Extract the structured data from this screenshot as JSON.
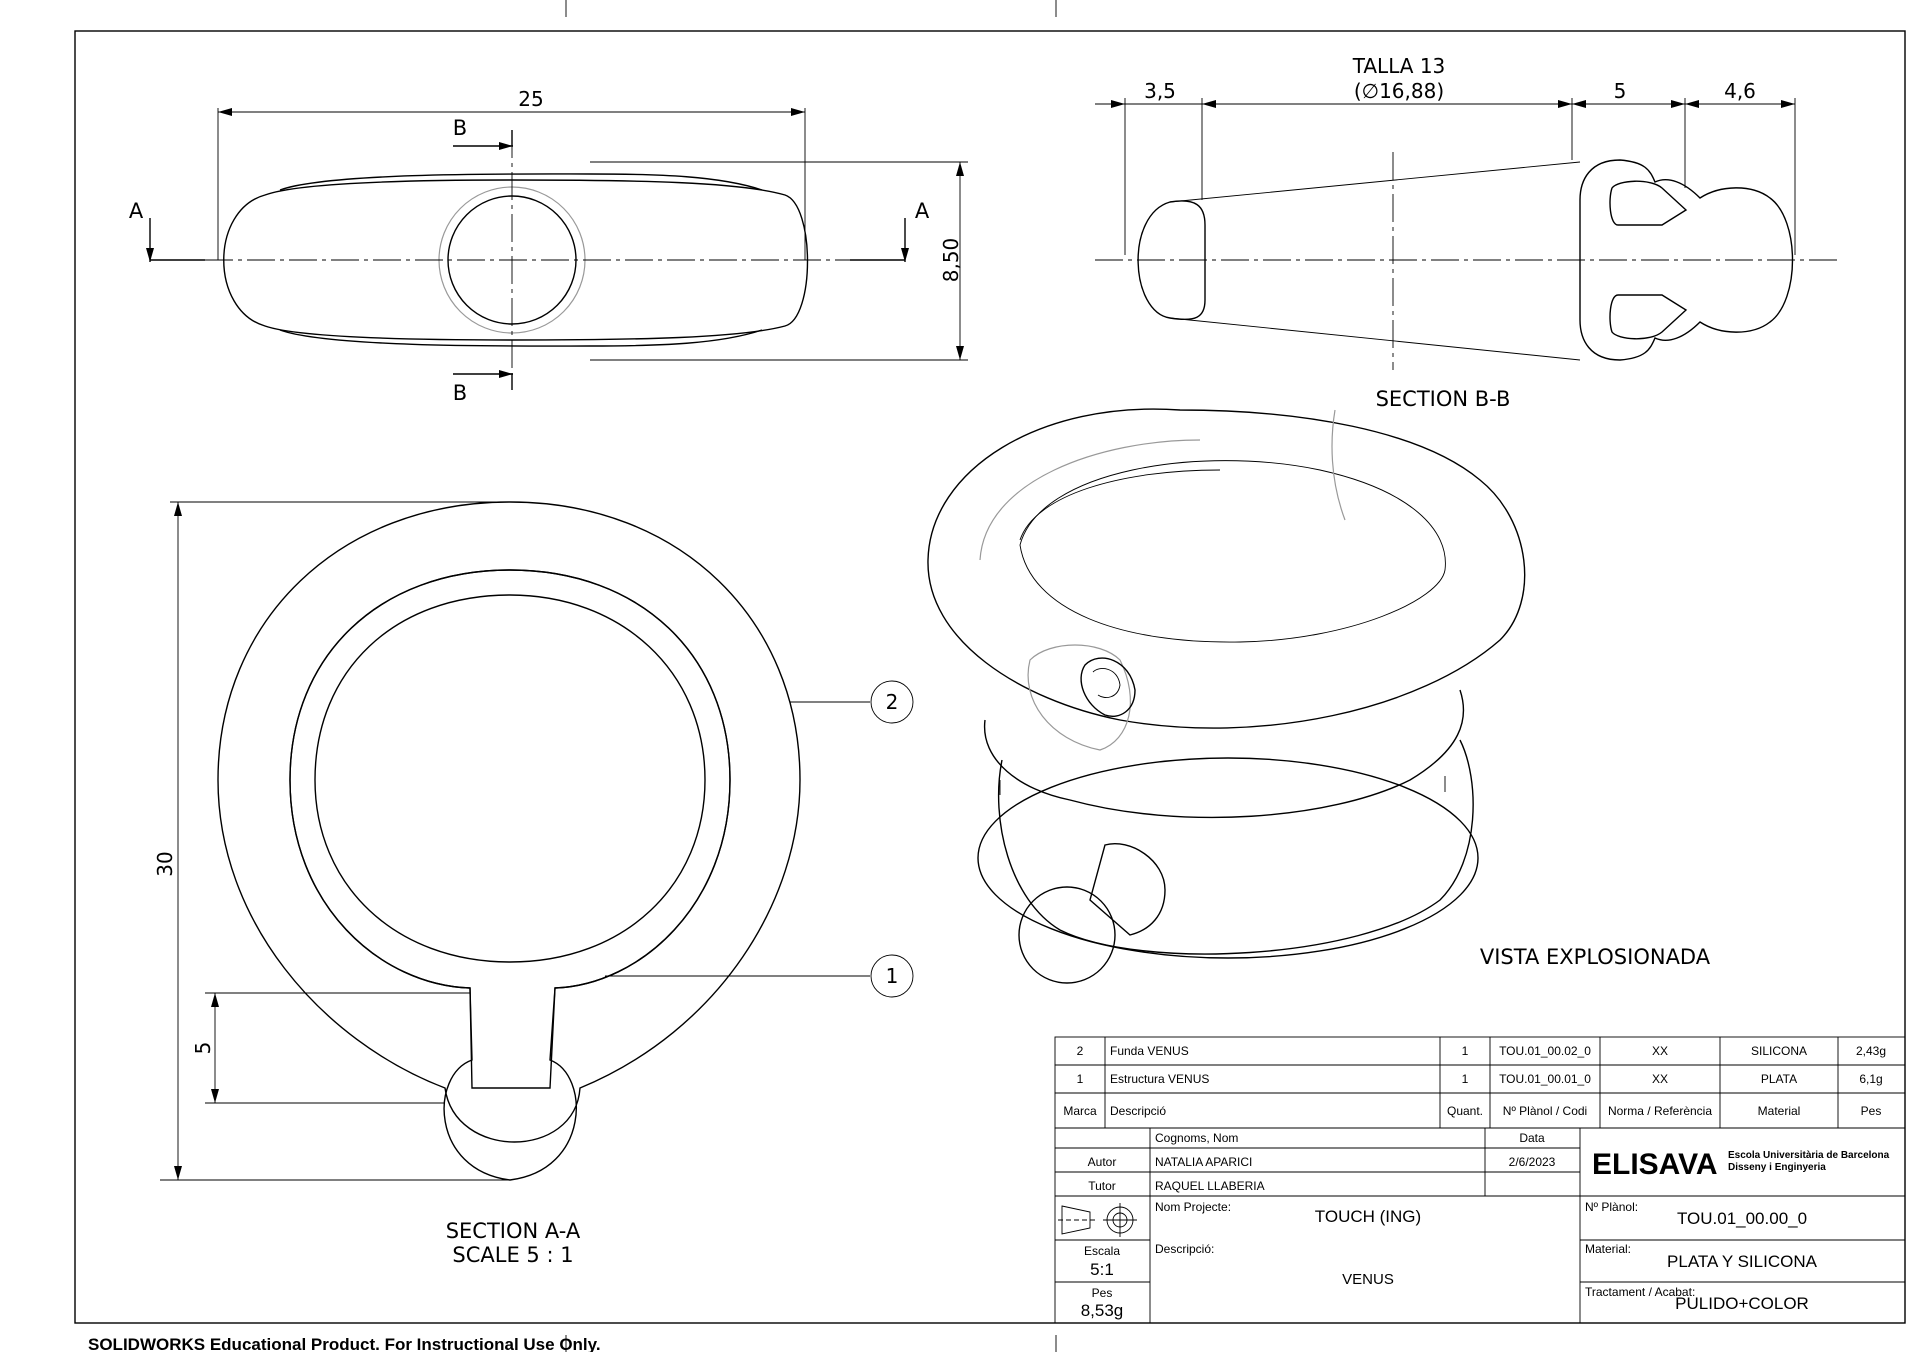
{
  "top_view": {
    "dim_width": "25",
    "dim_height": "8,50",
    "section_a_label": "A",
    "section_b_label": "B"
  },
  "section_bb": {
    "size_title": "TALLA 13",
    "size_diameter": "(∅16,88)",
    "dim_left": "3,5",
    "dim_right_inner": "5",
    "dim_right_outer": "4,6",
    "title": "SECTION B-B"
  },
  "section_aa": {
    "dim_height": "30",
    "dim_stem": "5",
    "title": "SECTION A-A",
    "scale": "SCALE 5 : 1",
    "balloon_1": "1",
    "balloon_2": "2"
  },
  "exploded": {
    "title": "VISTA EXPLOSIONADA"
  },
  "bom": {
    "rows": [
      {
        "marca": "2",
        "descripcio": "Funda VENUS",
        "quant": "1",
        "codi": "TOU.01_00.02_0",
        "norma": "XX",
        "material": "SILICONA",
        "pes": "2,43g"
      },
      {
        "marca": "1",
        "descripcio": "Estructura VENUS",
        "quant": "1",
        "codi": "TOU.01_00.01_0",
        "norma": "XX",
        "material": "PLATA",
        "pes": "6,1g"
      }
    ],
    "headers": {
      "marca": "Marca",
      "descripcio": "Descripció",
      "quant": "Quant.",
      "codi": "Nº Plànol / Codi",
      "norma": "Norma / Referència",
      "material": "Material",
      "pes": "Pes"
    }
  },
  "title_block": {
    "col_name": "Cognoms, Nom",
    "col_date": "Data",
    "autor_label": "Autor",
    "autor_name": "NATALIA APARICI",
    "autor_date": "2/6/2023",
    "tutor_label": "Tutor",
    "tutor_name": "RAQUEL LLABERIA",
    "logo": "ELISAVA",
    "logo_sub1": "Escola Universitària de Barcelona",
    "logo_sub2": "Disseny i Enginyeria",
    "project_label": "Nom Projecte:",
    "project_value": "TOUCH (ING)",
    "plan_label": "Nº Plànol:",
    "plan_value": "TOU.01_00.00_0",
    "scale_label": "Escala",
    "scale_value": "5:1",
    "desc_label": "Descripció:",
    "desc_value": "VENUS",
    "material_label": "Material:",
    "material_value": "PLATA Y SILICONA",
    "weight_label": "Pes",
    "weight_value": "8,53g",
    "finish_label": "Tractament / Acabat:",
    "finish_value": "PULIDO+COLOR"
  },
  "footer": "SOLIDWORKS Educational Product. For Instructional Use Only."
}
